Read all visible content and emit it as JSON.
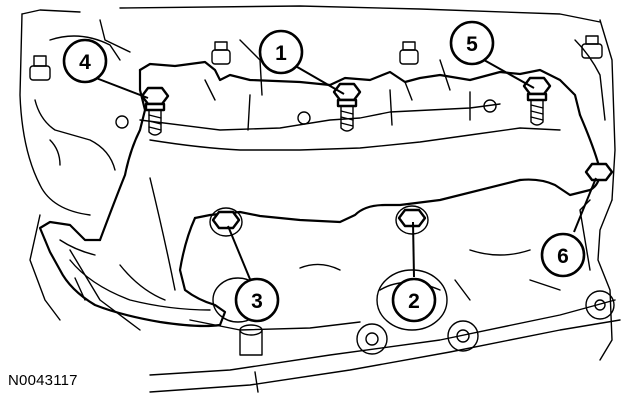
{
  "figure": {
    "id": "N0043117",
    "subject": "Exhaust manifold with numbered fastener callouts"
  },
  "callouts": [
    {
      "number": "1",
      "part": "bolt"
    },
    {
      "number": "2",
      "part": "bolt"
    },
    {
      "number": "3",
      "part": "bolt"
    },
    {
      "number": "4",
      "part": "bolt"
    },
    {
      "number": "5",
      "part": "bolt"
    },
    {
      "number": "6",
      "part": "bolt"
    }
  ]
}
